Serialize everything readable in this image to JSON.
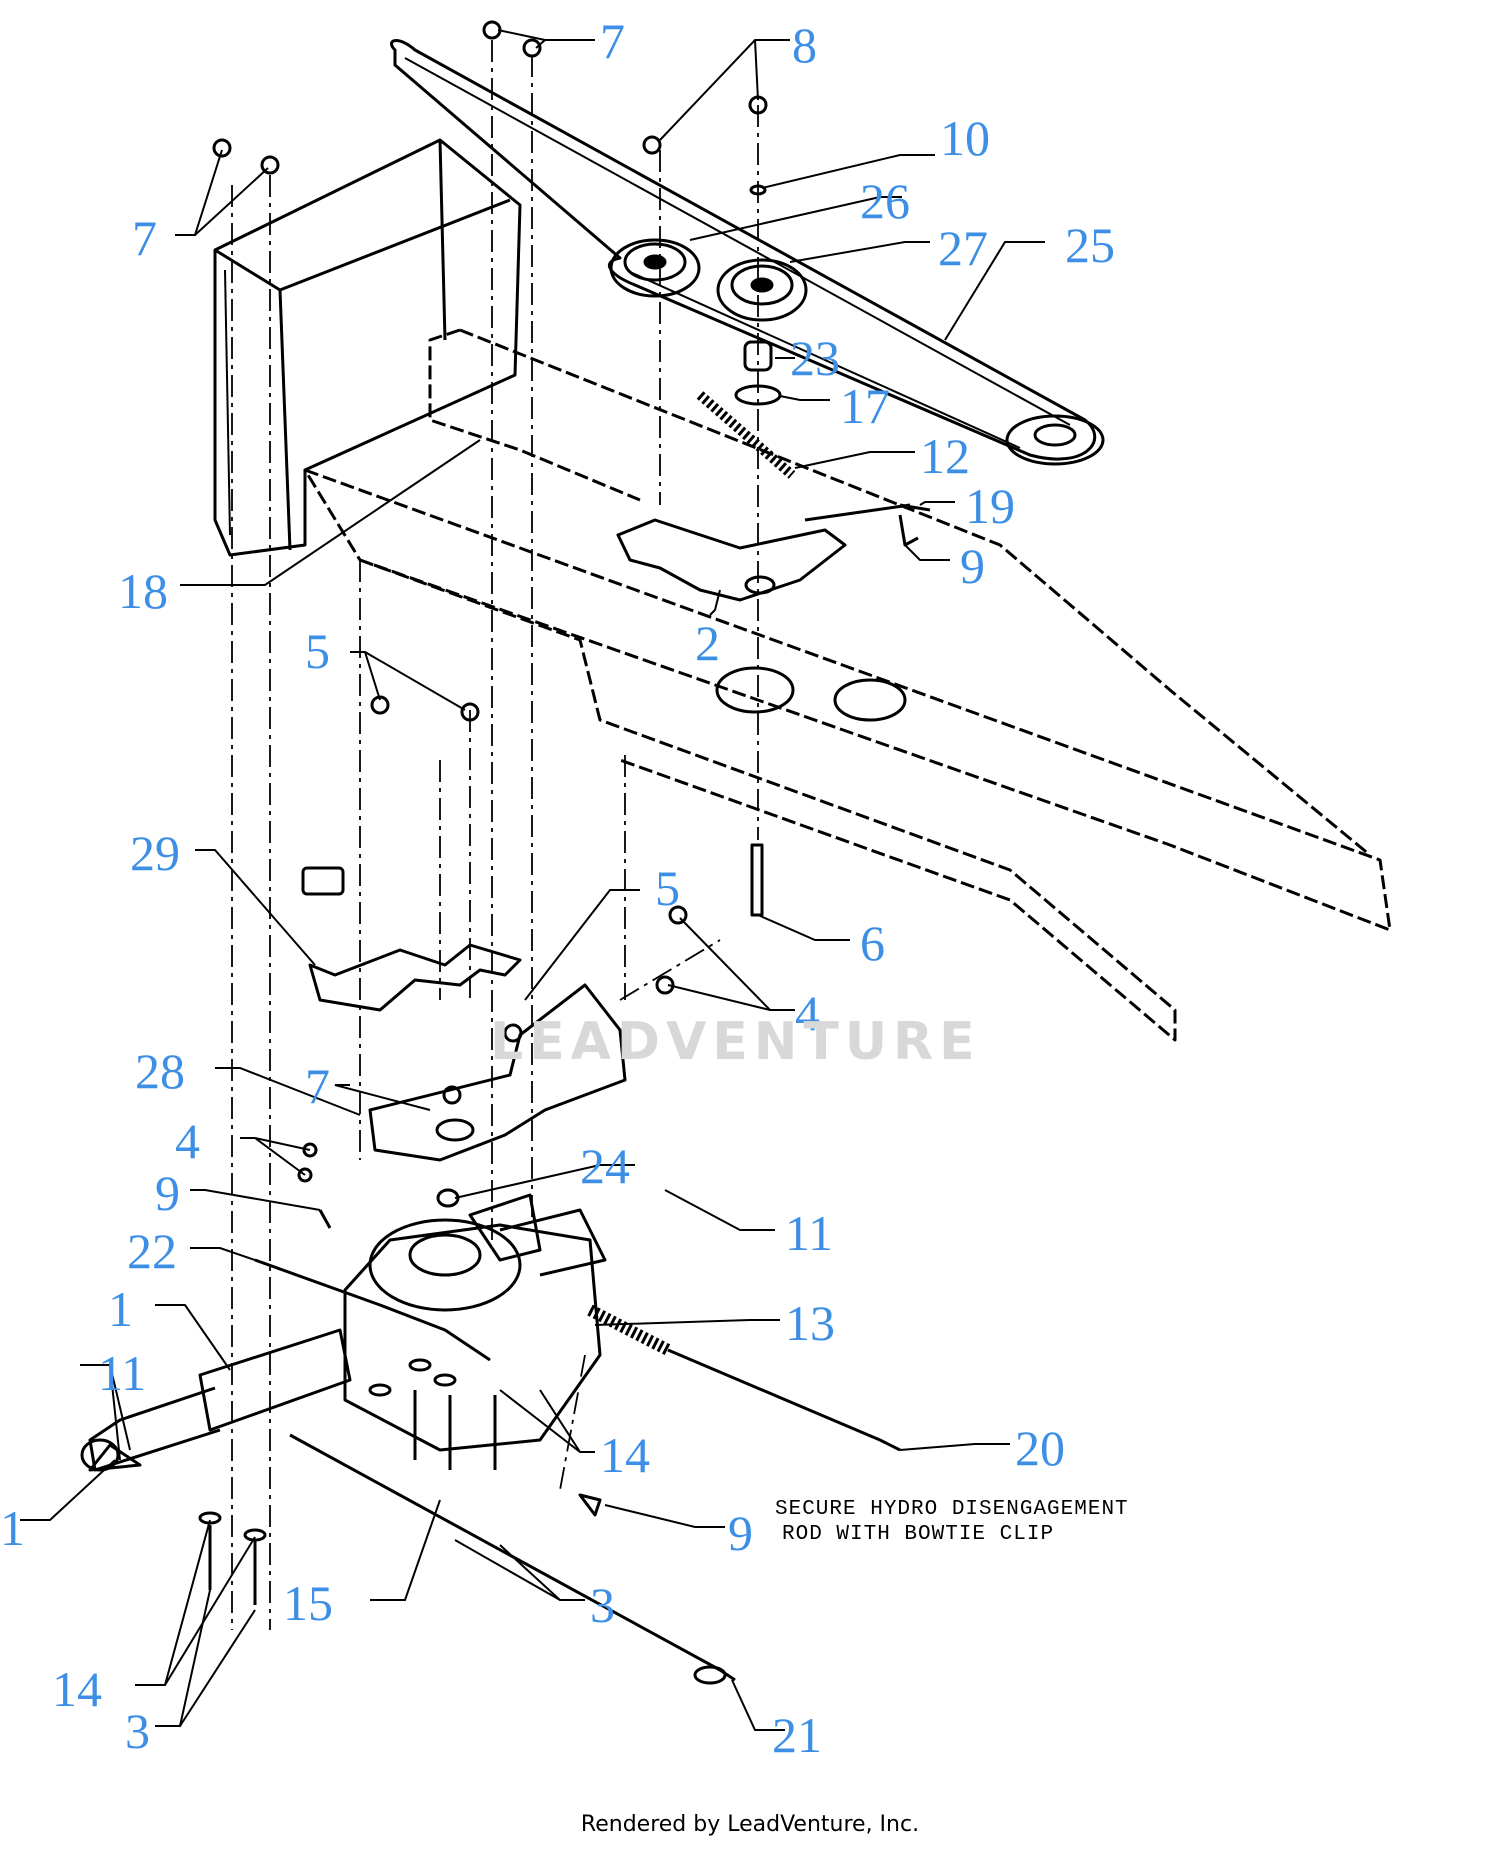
{
  "colors": {
    "callout": "#3d8fe6",
    "line": "#000000",
    "watermark": "#d8d8d8"
  },
  "callouts": [
    "7",
    "8",
    "7",
    "10",
    "26",
    "27",
    "25",
    "23",
    "17",
    "12",
    "19",
    "9",
    "18",
    "2",
    "5",
    "29",
    "5",
    "6",
    "4",
    "28",
    "7",
    "24",
    "4",
    "9",
    "11",
    "22",
    "13",
    "1",
    "11",
    "20",
    "14",
    "1",
    "9",
    "15",
    "3",
    "14",
    "3",
    "21"
  ],
  "note": {
    "line1": "SECURE HYDRO DISENGAGEMENT",
    "line2": "ROD WITH BOWTIE CLIP"
  },
  "watermark": "LEADVENTURE",
  "footer": "Rendered by LeadVenture, Inc."
}
